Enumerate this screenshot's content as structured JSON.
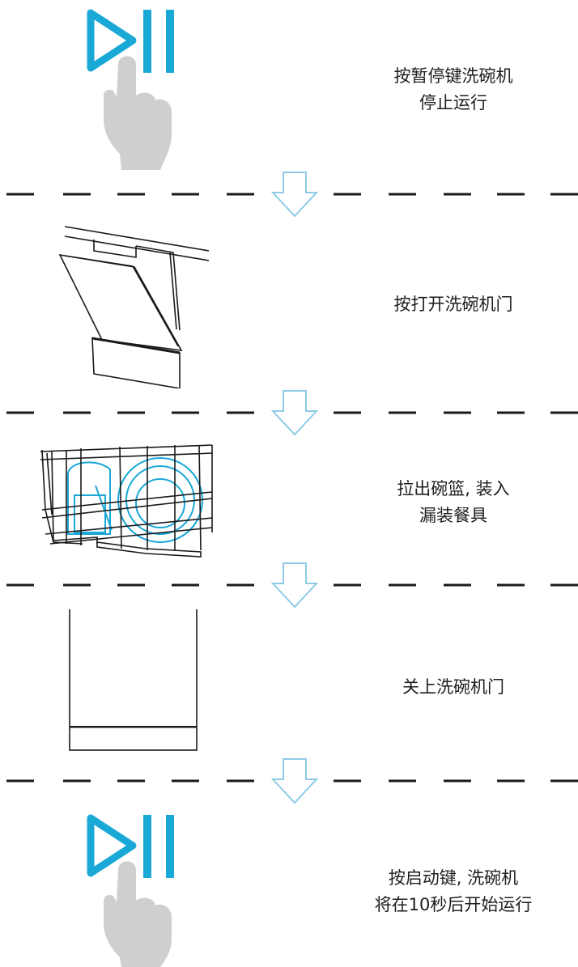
{
  "steps": [
    {
      "id": "pause",
      "lines": [
        "按暂停键洗碗机",
        "停止运行"
      ]
    },
    {
      "id": "open-door",
      "lines": [
        "按打开洗碗机门"
      ]
    },
    {
      "id": "load-basket",
      "lines": [
        "拉出碗篮, 装入",
        "漏装餐具"
      ]
    },
    {
      "id": "close-door",
      "lines": [
        "关上洗碗机门"
      ]
    },
    {
      "id": "start",
      "lines": [
        "按启动键, 洗碗机",
        "将在10秒后开始运行"
      ]
    }
  ],
  "icons": {
    "play_pause": "play-pause-icon",
    "hand": "hand-pointer-icon",
    "arrow": "down-arrow-icon",
    "door_open": "dishwasher-door-open-icon",
    "basket": "dish-basket-icon",
    "door_closed": "dishwasher-door-closed-icon"
  },
  "colors": {
    "accent_cyan": "#1aa8d6",
    "hand_gray": "#cfcfcf",
    "arrow_blue": "#8fcbe6",
    "line_dark": "#1a1a1a"
  }
}
